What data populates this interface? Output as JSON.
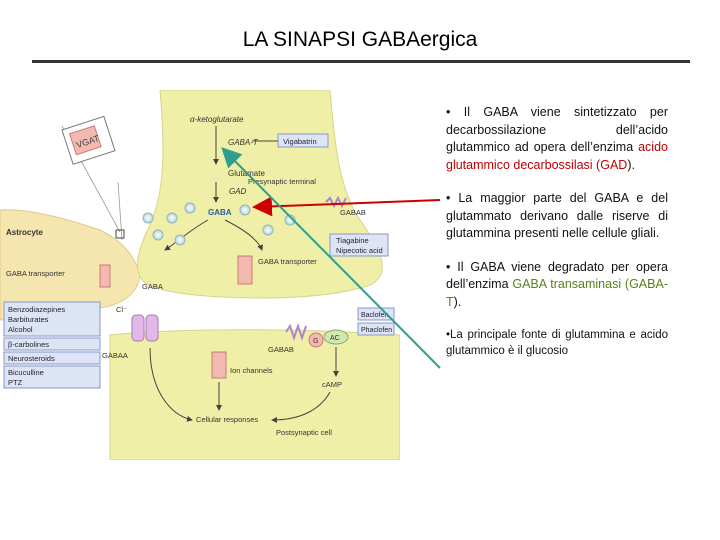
{
  "title": "LA SINAPSI GABAergica",
  "colors": {
    "terminal": "#f0efa8",
    "postsynaptic": "#f0efa8",
    "astrocyte": "#f5e6b0",
    "drugbox": "#dde4f5",
    "arrow_red": "#cc0000",
    "arrow_teal": "#2f9e8e"
  },
  "diagram": {
    "alpha_ketoglutarate": "α-ketoglutarate",
    "gaba_t": "GABA-T",
    "vigabatrin": "Vigabatrin",
    "glutamate": "Glutamate",
    "gad": "GAD",
    "presynaptic_terminal": "Presynaptic terminal",
    "gaba": "GABA",
    "gaba_b_pre": "GABAB",
    "vgat": "VGAT",
    "astrocyte": "Astrocyte",
    "gaba_transporter_left": "GABA transporter",
    "tiagabine": "Tiagabine",
    "nipecotic_acid": "Nipecotic acid",
    "gaba_transporter_right": "GABA transporter",
    "gaba_cleft": "GABA",
    "cl": "Cl⁻",
    "drugs_a": [
      "Benzodiazepines",
      "Barbiturates",
      "Alcohol"
    ],
    "beta_carbolines": "β-carbolines",
    "neurosteroids": "Neurosteroids",
    "bicuculline": "Bicuculline",
    "ptz": "PTZ",
    "gaba_a": "GABAA",
    "baclofen": "Baclofen",
    "phaclofen": "Phaclofen",
    "gaba_b_post": "GABAB",
    "g": "G",
    "ac": "AC",
    "ion_channels": "Ion channels",
    "camp": "cAMP",
    "cellular_responses": "Cellular responses",
    "postsynaptic_cell": "Postsynaptic cell"
  },
  "bullets": {
    "b1_pre": "• Il GABA viene sintetizzato per decarbossilazione dell’acido glutammico ad opera dell’enzima ",
    "b1_red": "acido glutammico decarbossilasi (GAD",
    "b1_post": ").",
    "b2": "• La maggior parte del GABA e del glutammato derivano dalle riserve di glutammina presenti nelle cellule gliali.",
    "b3_pre": "• Il GABA viene degradato per opera dell’enzima ",
    "b3_green": "GABA transaminasi (GABA-T",
    "b3_post": ").",
    "b4": "•La principale fonte di glutammina e acido glutammico è il glucosio"
  }
}
